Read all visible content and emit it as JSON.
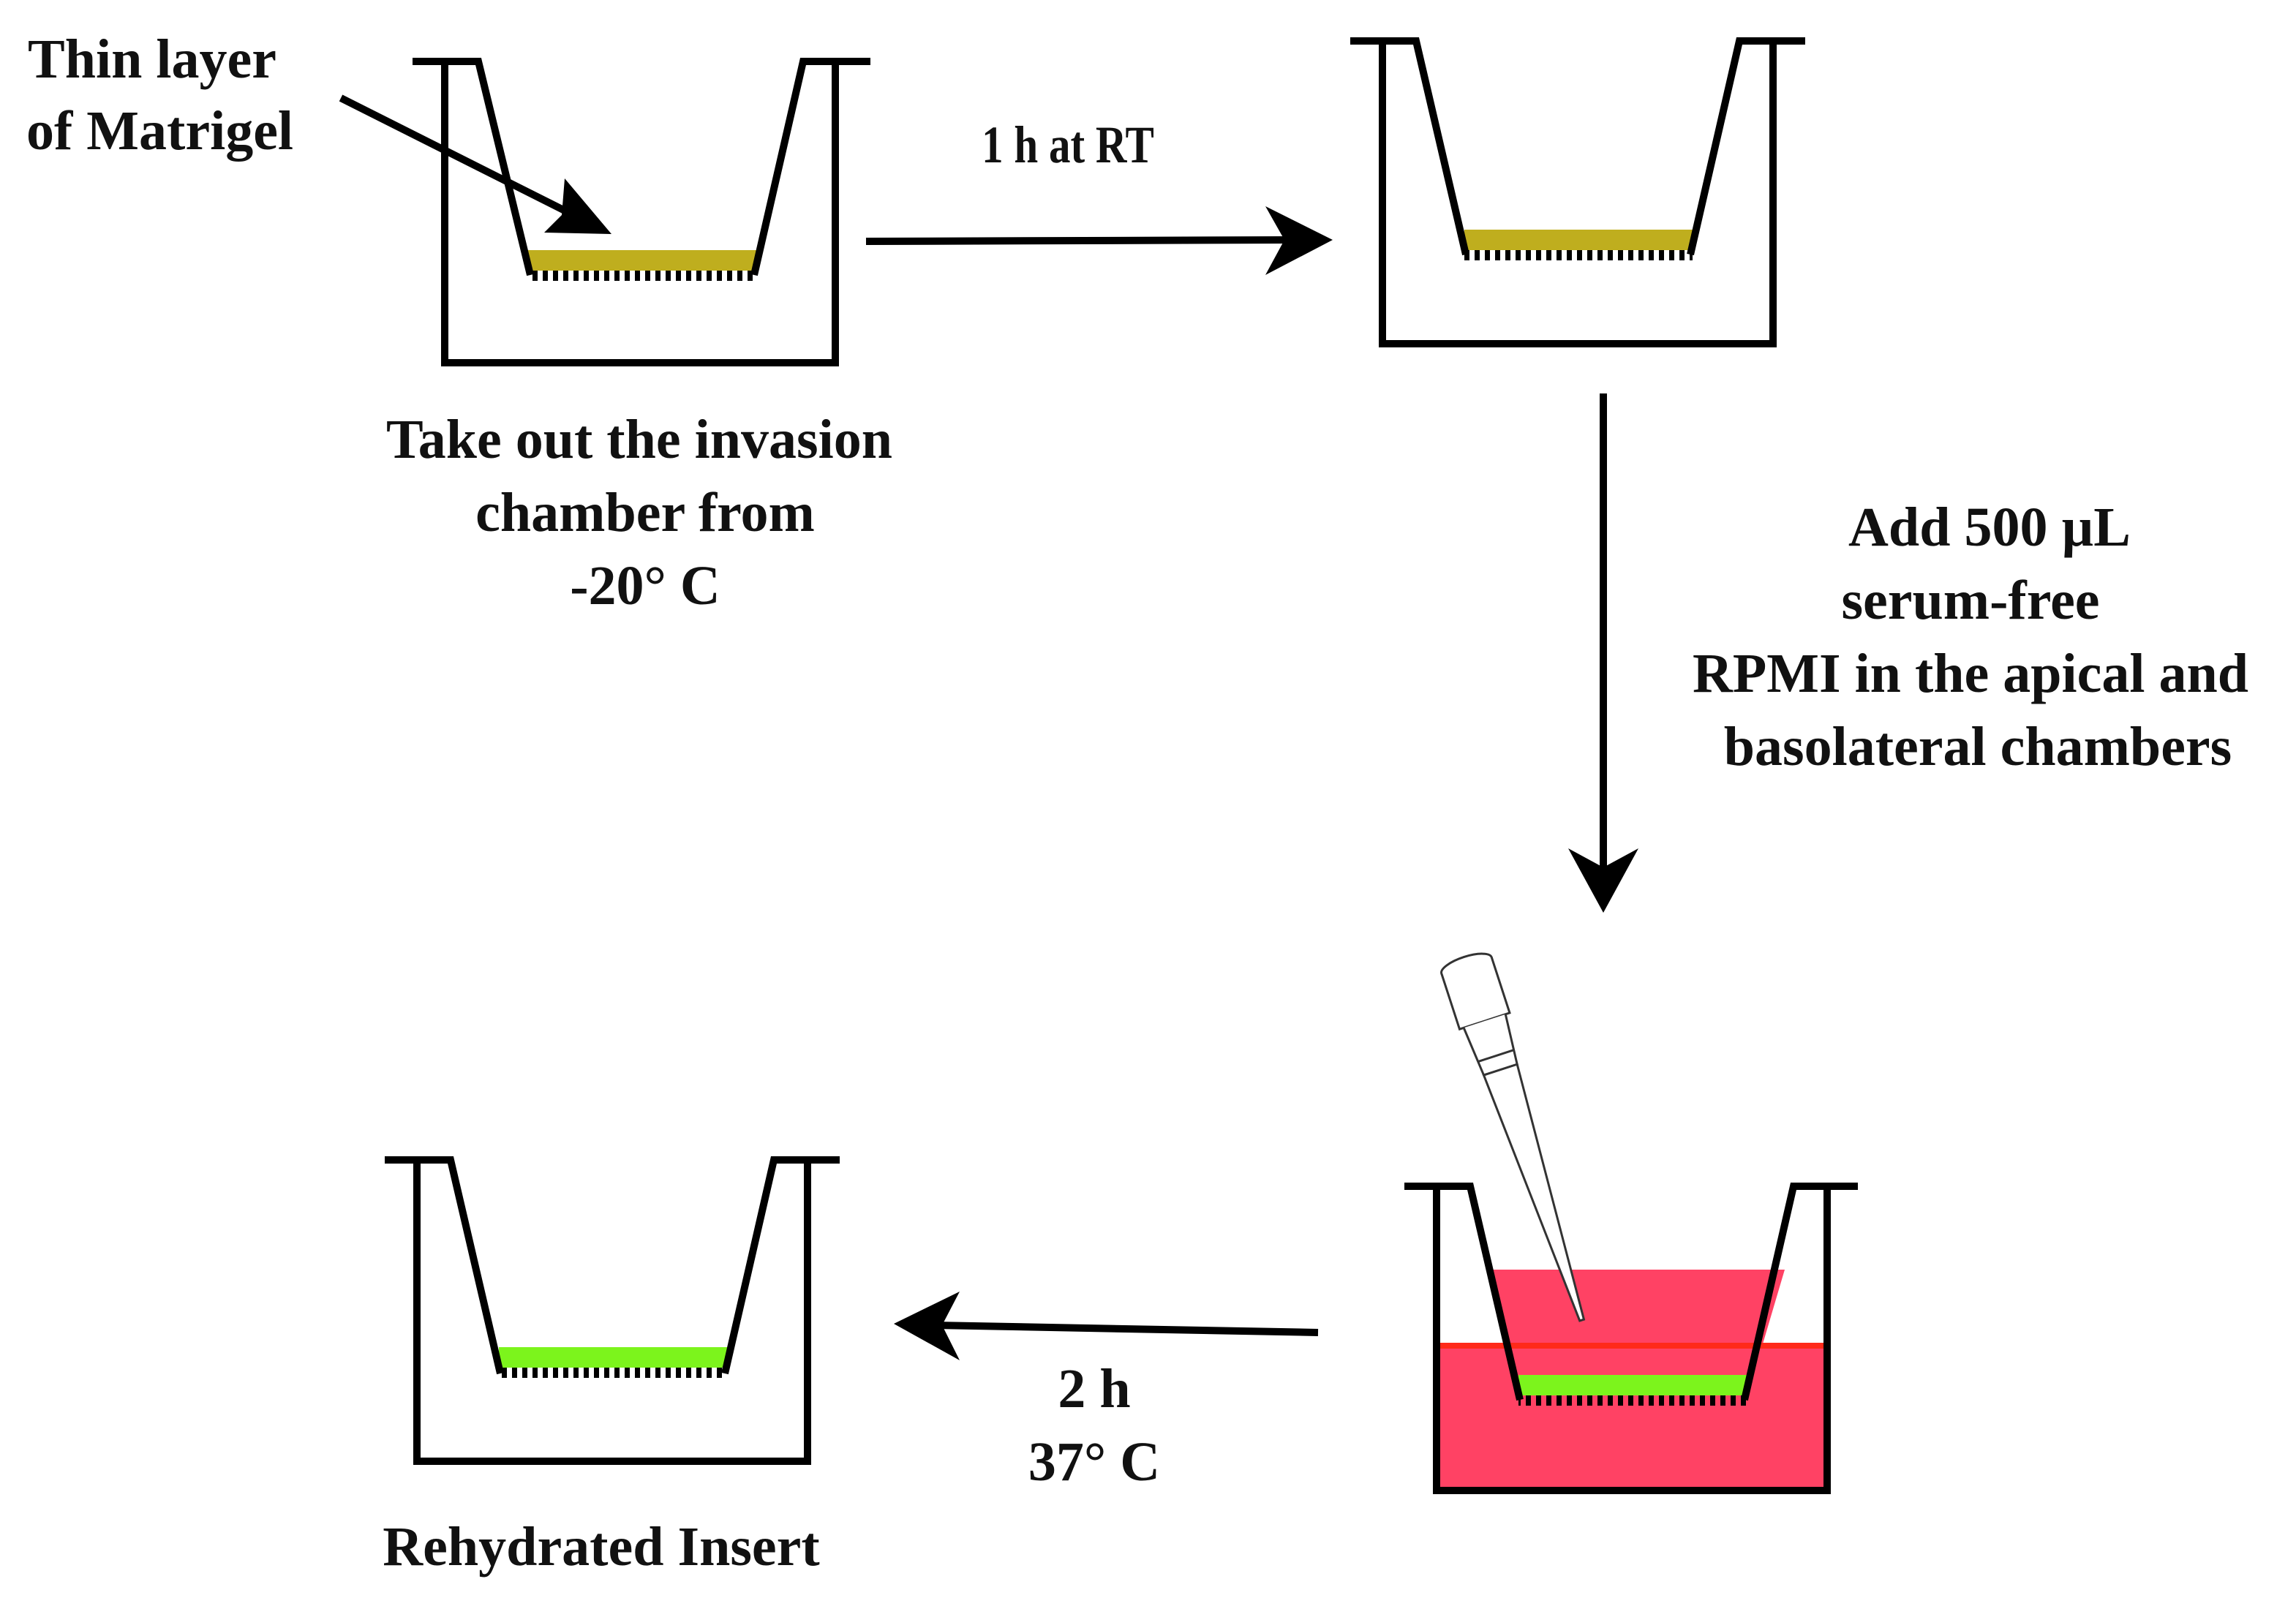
{
  "labels": {
    "matrigel_line1": "Thin layer",
    "matrigel_line2": "of Matrigel",
    "step1_line1": "Take out the invasion",
    "step1_line2": "chamber from",
    "step1_line3": "-20° C",
    "rt_label": "1 h at RT",
    "add_line1": "Add 500 µL",
    "add_line2": "serum-free",
    "add_line3": "RPMI in the apical and",
    "add_line4": "basolateral chambers",
    "incubate_line1": "2 h",
    "incubate_line2": "37° C",
    "final_label": "Rehydrated Insert"
  },
  "colors": {
    "outline": "#000000",
    "dry_matrigel": "#bfae1e",
    "rehydrated_matrigel": "#7cf41c",
    "medium": "#ff4264",
    "medium_surface": "#ff2a1a"
  }
}
